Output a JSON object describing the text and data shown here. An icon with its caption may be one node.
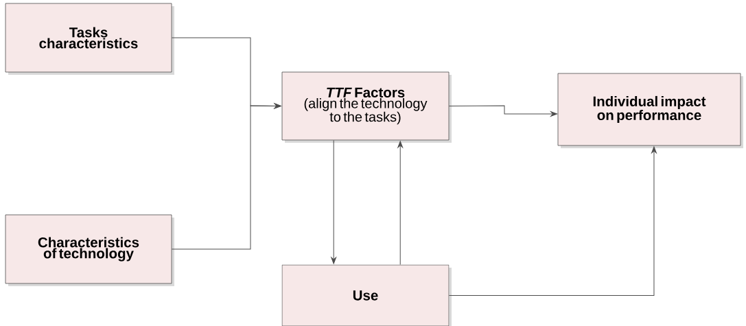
{
  "diagram": {
    "nodes": [
      {
        "text": [
          "Tasks characteristics"
        ]
      },
      {
        "text": [
          "Characteristics of technology"
        ]
      },
      {
        "text": [
          "*TTF* Factors",
          "(align the technology to the tasks)"
        ]
      },
      {
        "text": [
          "Individual impact on performance"
        ]
      },
      {
        "text": [
          "Use"
        ]
      }
    ],
    "edges": [
      {
        "from": 0,
        "to": 2,
        "arrow": "to"
      },
      {
        "from": 1,
        "to": 2,
        "arrow": "to"
      },
      {
        "from": 2,
        "to": 3,
        "arrow": "to"
      },
      {
        "from": 2,
        "to": 4,
        "arrow": "to"
      },
      {
        "from": 4,
        "to": 2,
        "arrow": "to"
      },
      {
        "from": 4,
        "to": 3,
        "arrow": "to"
      }
    ]
  }
}
